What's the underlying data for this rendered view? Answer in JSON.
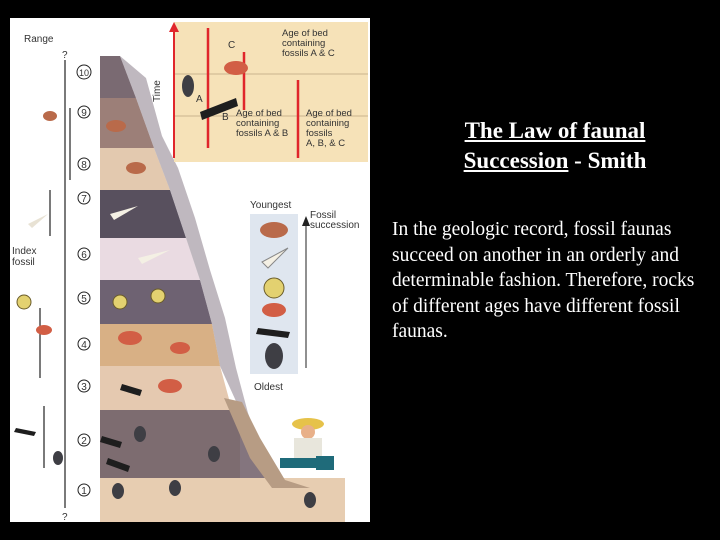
{
  "slide": {
    "title_line1": "The Law of faunal",
    "title_line2_main": "Succession",
    "title_line2_rest": " - Smith",
    "body": "In the geologic record, fossil faunas succeed on another in an orderly and determinable fashion. Therefore, rocks of different ages have different fossil faunas."
  },
  "figure": {
    "range_label": "Range",
    "question_top": "?",
    "question_bottom": "?",
    "time_label": "Time",
    "index_fossil_label": "Index\nfossil",
    "bed_numbers": [
      "1",
      "2",
      "3",
      "4",
      "5",
      "6",
      "7",
      "8",
      "9",
      "10"
    ],
    "inset": {
      "label_c": "C",
      "label_a": "A",
      "label_b": "B",
      "age_ac": "Age of bed\ncontaining\nfossils A & C",
      "age_ab": "Age of bed\ncontaining\nfossils A & B",
      "age_abc": "Age of bed\ncontaining\nfossils\nA, B, & C"
    },
    "succession": {
      "youngest": "Youngest",
      "oldest": "Oldest",
      "label": "Fossil\nsuccession"
    },
    "colors": {
      "bed_light": "#e7cdb1",
      "bed_dark": "#75656d",
      "bed_tan": "#d9b186",
      "inset_bg": "#f6e2b8",
      "arrow_red": "#e0262b"
    }
  }
}
